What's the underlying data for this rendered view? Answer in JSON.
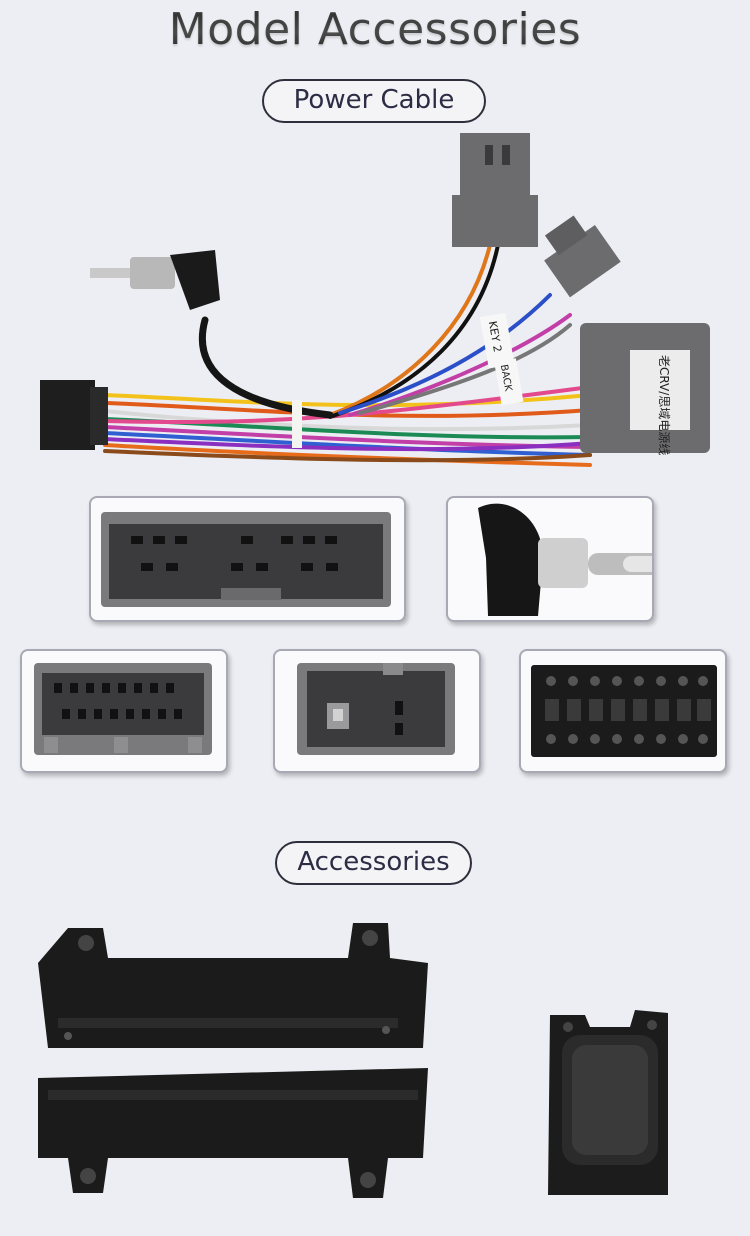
{
  "header": {
    "title": "Model Accessories"
  },
  "sections": {
    "power_cable": {
      "label": "Power Cable"
    },
    "accessories": {
      "label": "Accessories"
    }
  },
  "harness": {
    "tag_key": "KEY 2",
    "tag_back": "BACK",
    "box_label": "老CRV/思域电源线"
  },
  "colors": {
    "background": "#edeef3",
    "connector_gray": "#6c6c6e",
    "bracket_black": "#1b1b1b",
    "pill_border": "#2e2e3c"
  }
}
